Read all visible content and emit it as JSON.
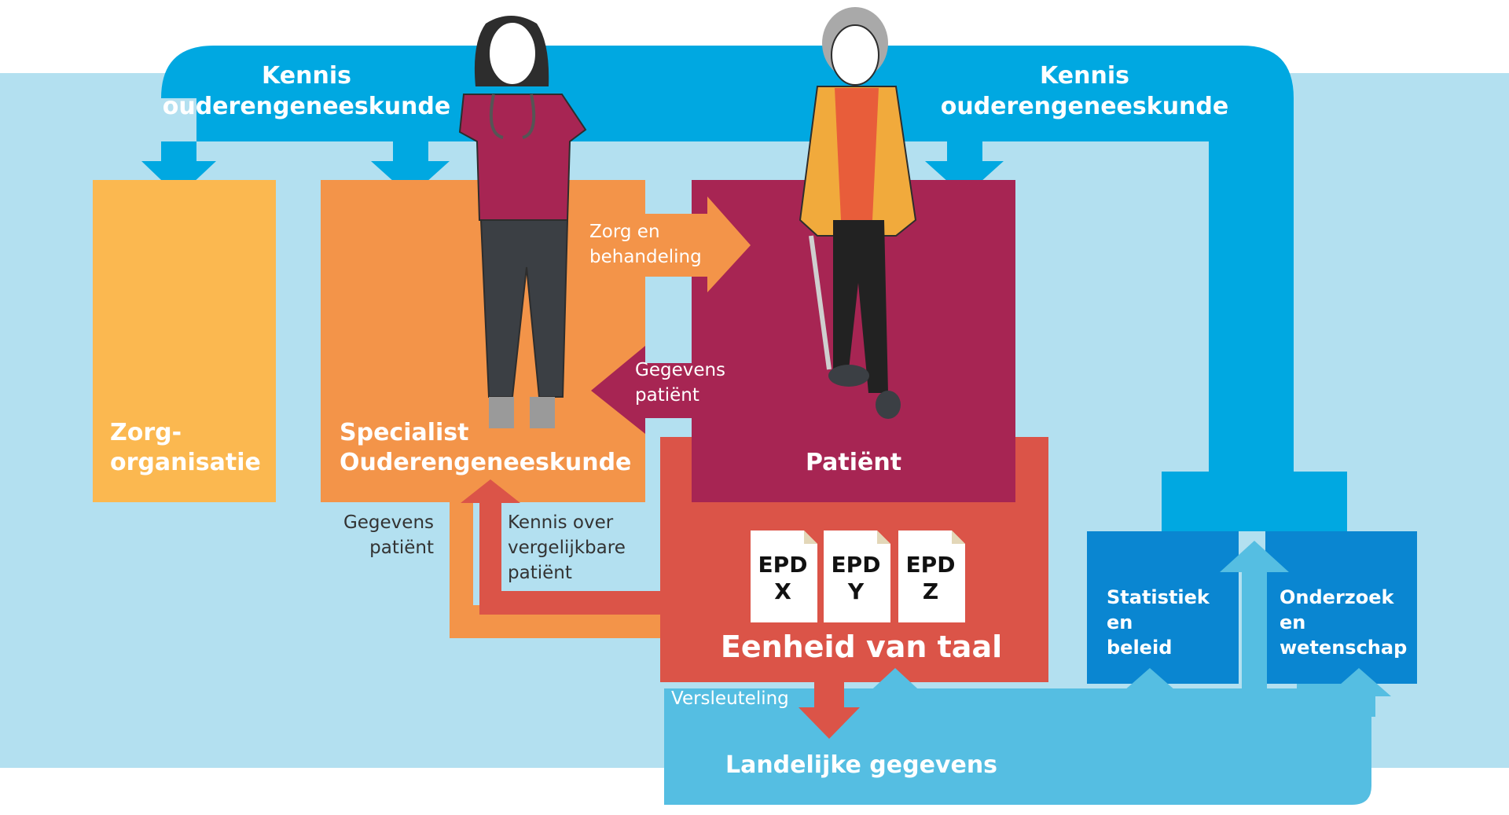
{
  "knowledge_label_left": [
    "Kennis",
    "ouderengeneeskunde"
  ],
  "knowledge_label_right": [
    "Kennis",
    "ouderengeneeskunde"
  ],
  "boxes": {
    "zorgorganisatie": [
      "Zorg-",
      "organisatie"
    ],
    "specialist": [
      "Specialist",
      "Ouderengeneeskunde"
    ],
    "patient": "Patiënt",
    "eenheid": "Eenheid van taal",
    "statistiek": [
      "Statistiek",
      "en",
      "beleid"
    ],
    "onderzoek": [
      "Onderzoek",
      "en",
      "wetenschap"
    ],
    "landelijk": "Landelijke gegevens"
  },
  "flows": {
    "zorg_behandeling": [
      "Zorg en",
      "behandeling"
    ],
    "gegevens_patient_upper": [
      "Gegevens",
      "patiënt"
    ],
    "gegevens_patient_lower": [
      "Gegevens",
      "patiënt"
    ],
    "kennis_vergelijkbare": [
      "Kennis over",
      "vergelijkbare",
      "patiënt"
    ],
    "versleuteling": "Versleuteling"
  },
  "epd_docs": [
    {
      "line1": "EPD",
      "line2": "X"
    },
    {
      "line1": "EPD",
      "line2": "Y"
    },
    {
      "line1": "EPD",
      "line2": "Z"
    }
  ],
  "colors": {
    "background": "#b3e0f0",
    "knowledge_blue": "#00a8e1",
    "zorgorganisatie": "#fbb850",
    "specialist": "#f39449",
    "patient": "#a72553",
    "eenheid": "#db5448",
    "stat_blue": "#0a86d1",
    "landelijk": "#55bee2",
    "epd_paper": "#ffffff"
  }
}
